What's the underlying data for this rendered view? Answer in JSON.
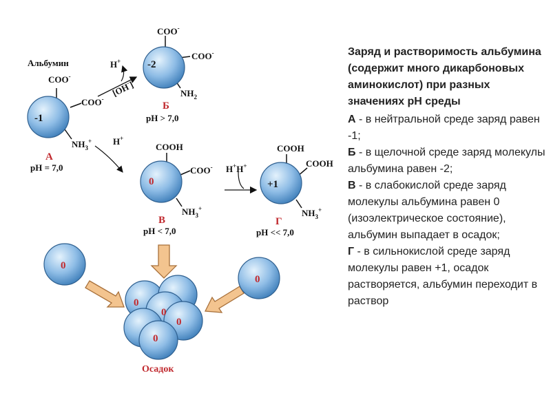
{
  "diagram": {
    "albumin_label": "Альбумин",
    "mol_a": {
      "charge": "-1",
      "letter": "А",
      "ph": "pH = 7,0",
      "g1": "COO",
      "g1_sup": "-",
      "g2": "COO",
      "g2_sup": "-",
      "g3": "NH",
      "g3_sub": "3",
      "g3_sup": "+"
    },
    "mol_b": {
      "charge": "-2",
      "letter": "Б",
      "ph": "pH > 7,0",
      "g1": "COO",
      "g1_sup": "-",
      "g2": "COO",
      "g2_sup": "-",
      "g3": "NH",
      "g3_sub": "2"
    },
    "mol_v": {
      "charge": "0",
      "letter": "В",
      "ph": "pH < 7,0",
      "g1": "COOH",
      "g2": "COO",
      "g2_sup": "-",
      "g3": "NH",
      "g3_sub": "3",
      "g3_sup": "+"
    },
    "mol_g": {
      "charge": "+1",
      "letter": "Г",
      "ph": "pH << 7,0",
      "g1": "COOH",
      "g2": "COOH",
      "g3": "NH",
      "g3_sub": "3",
      "g3_sup": "+"
    },
    "arrow_ab": {
      "h": "H",
      "h_sup": "+",
      "oh": "[OH",
      "oh_sup": "-",
      "oh_close": "]"
    },
    "arrow_av": {
      "h": "H",
      "h_sup": "+"
    },
    "arrow_vg": {
      "h1": "H",
      "h1_sup": "+",
      "h2": "H",
      "h2_sup": "+"
    },
    "precipitate": {
      "label": "Осадок",
      "charge": "0"
    }
  },
  "panel": {
    "title": "Заряд и растворимость альбумина (содержит много дикарбоновых аминокислот) при разных значениях pH среды",
    "items": [
      {
        "key": "А",
        "text": " - в нейтральной среде заряд равен -1;"
      },
      {
        "key": "Б",
        "text": " - в щелочной среде заряд молекулы альбумина равен -2;"
      },
      {
        "key": "В",
        "text": " - в слабокислой среде заряд молекулы альбумина равен 0 (изоэлектрическое состояние), альбумин выпадает в осадок;"
      },
      {
        "key": "Г",
        "text": " - в сильнокислой среде заряд молекулы равен +1, осадок растворяется, альбумин переходит в раствор"
      }
    ]
  },
  "colors": {
    "sphere_light": "#d2e8f8",
    "sphere_dark": "#4f8fc6",
    "red_label": "#c0282d",
    "arrow_fill": "#f3c48f",
    "arrow_stroke": "#a8703a"
  }
}
